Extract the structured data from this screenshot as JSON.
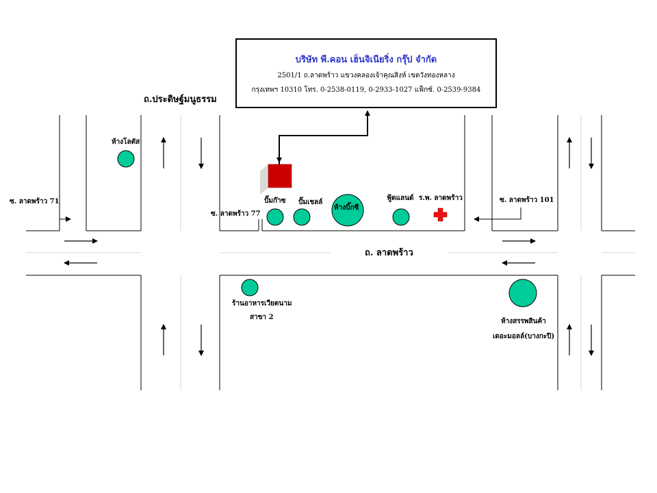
{
  "company": {
    "name": "บริษัท พี.คอน เฮ็นจิเนียริ่ง กรุ๊ป จำกัด",
    "address_line1": "2501/1 ถ.ลาดพร้าว  แขวงคลองเจ้าคุณสิงห์  เขตวังทองหลาง",
    "address_line2": "กรุงเทพฯ 10310   โทร. 0-2538-0119, 0-2933-1027  แฟ็กซ์. 0-2539-9384"
  },
  "roads": {
    "pradit": "ถ.ประดิษฐ์มนูธรรม",
    "ladprao": "ถ. ลาดพร้าว",
    "soi71": "ซ. ลาดพร้าว 71",
    "soi77": "ซ. ลาดพร้าว 77",
    "soi101": "ซ. ลาดพร้าว 101"
  },
  "landmarks": {
    "lotus": "ห้างโลตัส",
    "ptt": "ปั๊มก๊าซ",
    "shell": "ปั๊มเชลล์",
    "bigc": "ห้างบิ๊กซี",
    "foodland": "ฟู้ดแลนด์",
    "hospital": "ร.พ. ลาดพร้าว",
    "restaurant_l1": "ร้านอาหารเวียตนาม",
    "restaurant_l2": "สาขา 2",
    "mall_l1": "ห้างสรรพสินค้า",
    "mall_l2": "เดอะมอลล์(บางกะปิ)"
  },
  "colors": {
    "landmark": "#00cc99",
    "company_marker": "#cc0000",
    "hospital_cross": "#ee1111",
    "company_name": "#2a36c9"
  },
  "icons": {
    "company_marker": "red-cube-icon",
    "hospital": "red-cross-icon",
    "landmark": "green-circle-icon"
  }
}
